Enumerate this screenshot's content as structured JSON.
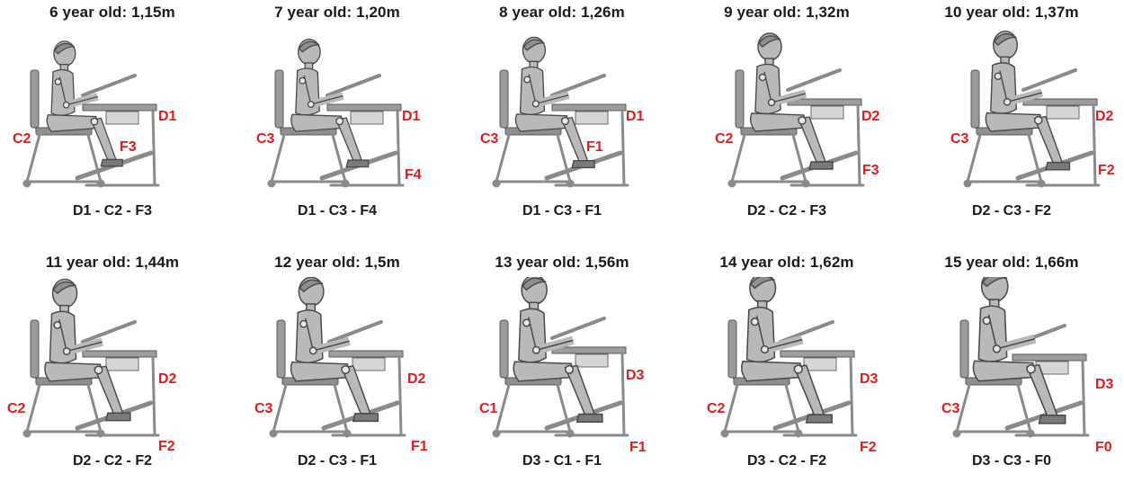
{
  "panels": [
    {
      "title": "6 year old: 1,15m",
      "desk": "D1",
      "chair": "C2",
      "foot": "F3",
      "combo": "D1 - C2 - F3"
    },
    {
      "title": "7 year old: 1,20m",
      "desk": "D1",
      "chair": "C3",
      "foot": "F4",
      "combo": "D1 - C3 - F4"
    },
    {
      "title": "8 year old: 1,26m",
      "desk": "D1",
      "chair": "C3",
      "foot": "F1",
      "combo": "D1 - C3 - F1"
    },
    {
      "title": "9 year old: 1,32m",
      "desk": "D2",
      "chair": "C2",
      "foot": "F3",
      "combo": "D2 - C2 - F3"
    },
    {
      "title": "10 year old: 1,37m",
      "desk": "D2",
      "chair": "C3",
      "foot": "F2",
      "combo": "D2 - C3 - F2"
    },
    {
      "title": "11 year old: 1,44m",
      "desk": "D2",
      "chair": "C2",
      "foot": "F2",
      "combo": "D2 - C2 - F2"
    },
    {
      "title": "12 year old: 1,5m",
      "desk": "D2",
      "chair": "C3",
      "foot": "F1",
      "combo": "D2 - C3 - F1"
    },
    {
      "title": "13 year old: 1,56m",
      "desk": "D3",
      "chair": "C1",
      "foot": "F1",
      "combo": "D3 - C1 - F1"
    },
    {
      "title": "14 year old: 1,62m",
      "desk": "D3",
      "chair": "C2",
      "foot": "F2",
      "combo": "D3 - C2 - F2"
    },
    {
      "title": "15 year old: 1,66m",
      "desk": "D3",
      "chair": "C3",
      "foot": "F0",
      "combo": "D3 - C3 - F0"
    }
  ],
  "colors": {
    "label_red": "#e31b1b",
    "figure_fill": "#b9b9b9",
    "figure_stroke": "#4a4a4a",
    "furniture": "#8a8a8a"
  }
}
